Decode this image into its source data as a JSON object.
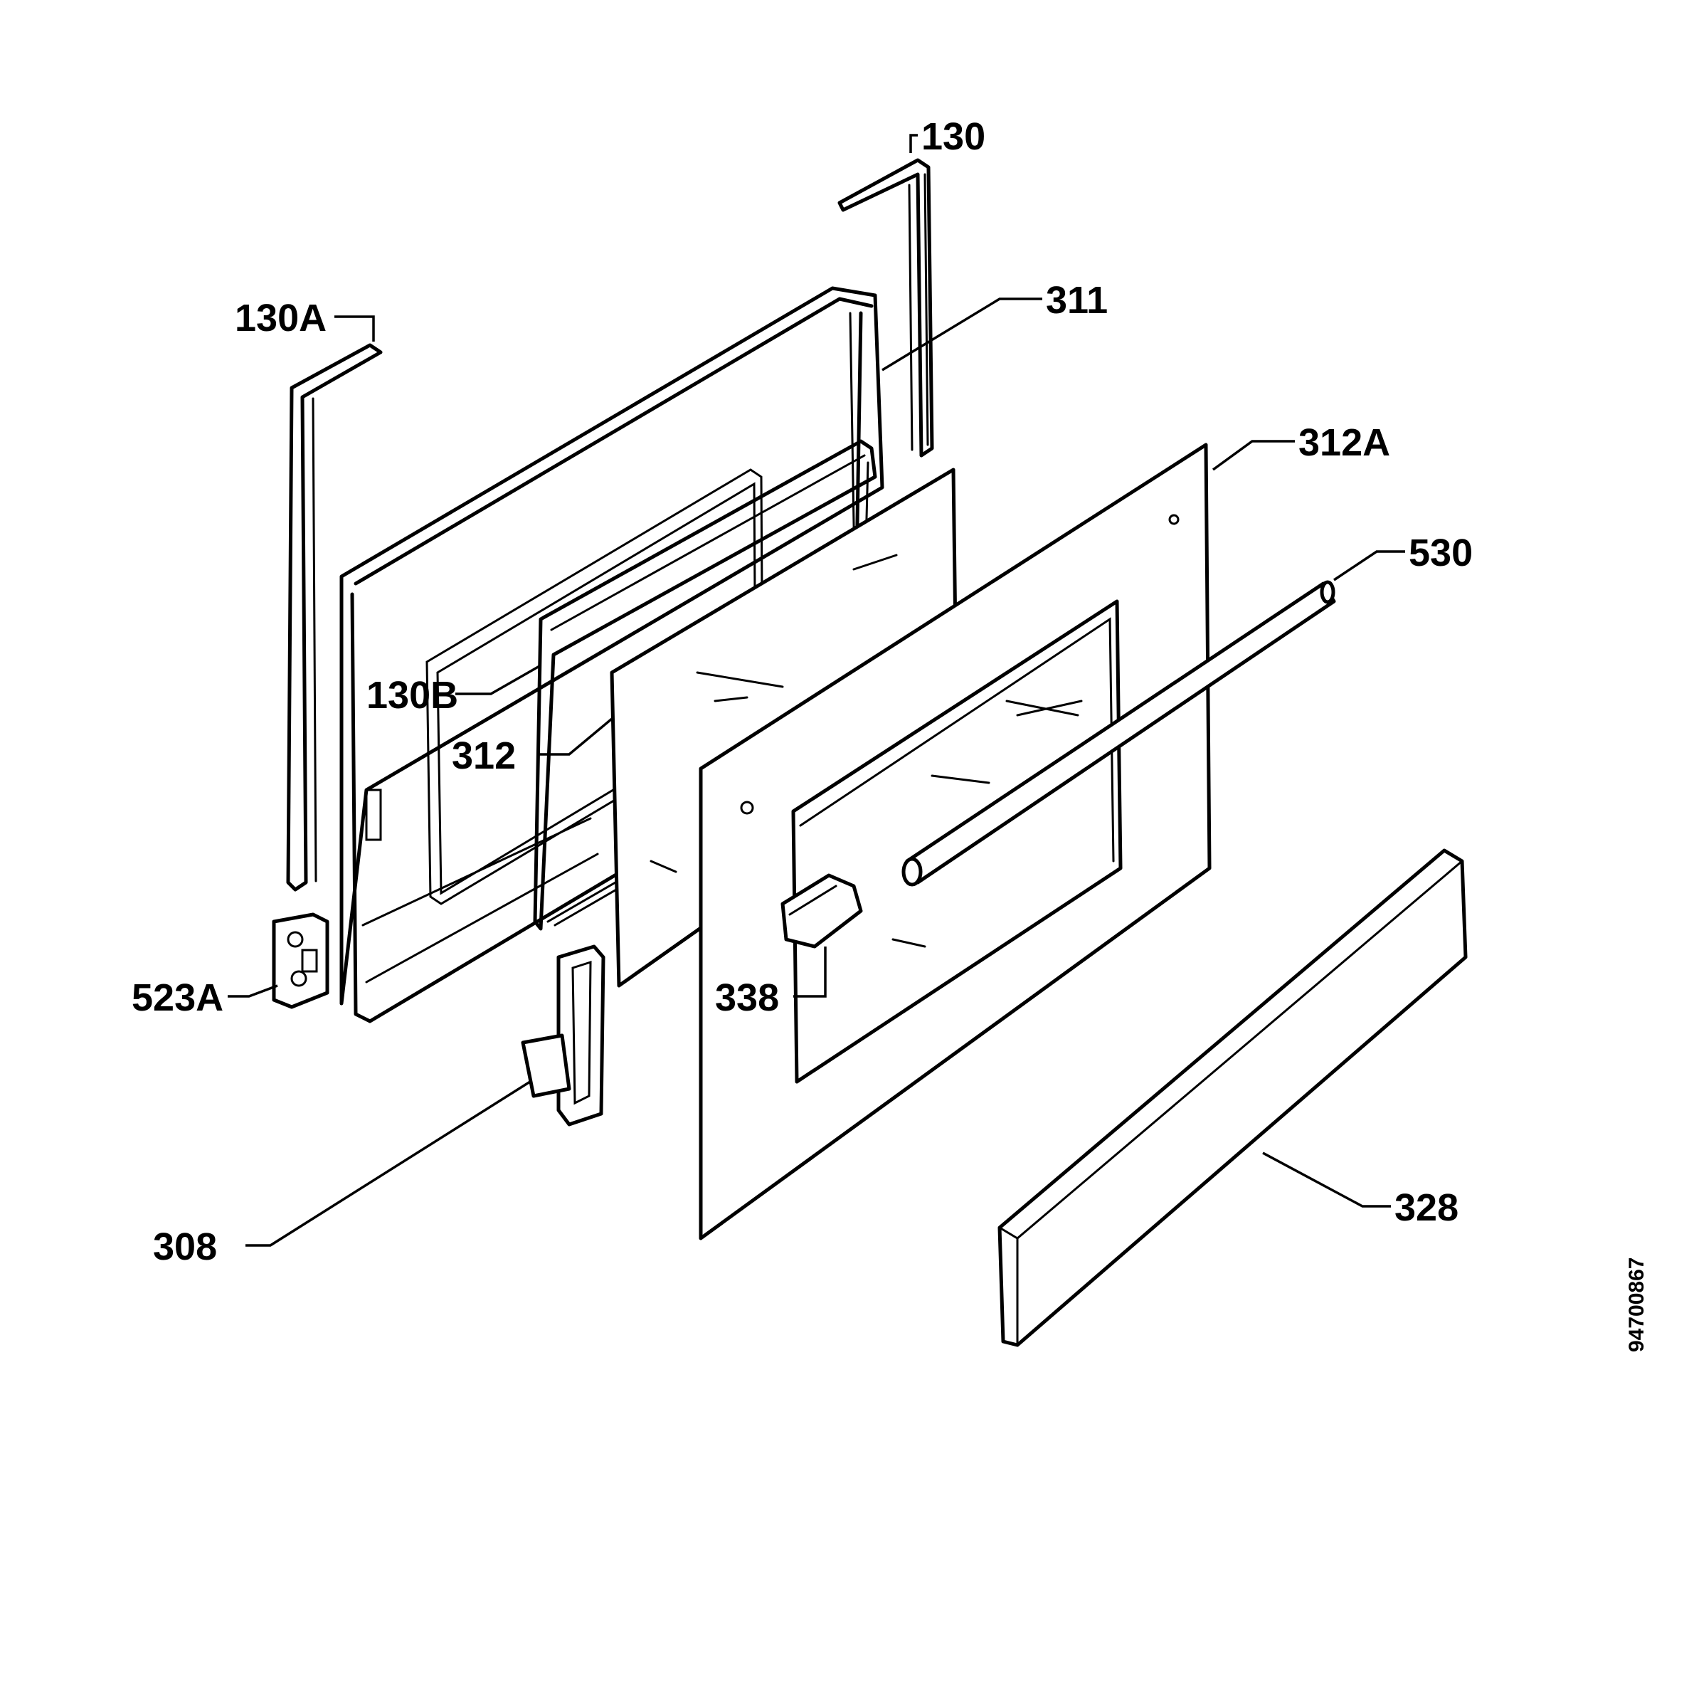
{
  "labels": {
    "p130": "130",
    "p130A": "130A",
    "p311": "311",
    "p312A": "312A",
    "p530": "530",
    "p130B": "130B",
    "p312": "312",
    "p523A": "523A",
    "p338": "338",
    "p308": "308",
    "p328": "328"
  },
  "doc_id": "94700867"
}
